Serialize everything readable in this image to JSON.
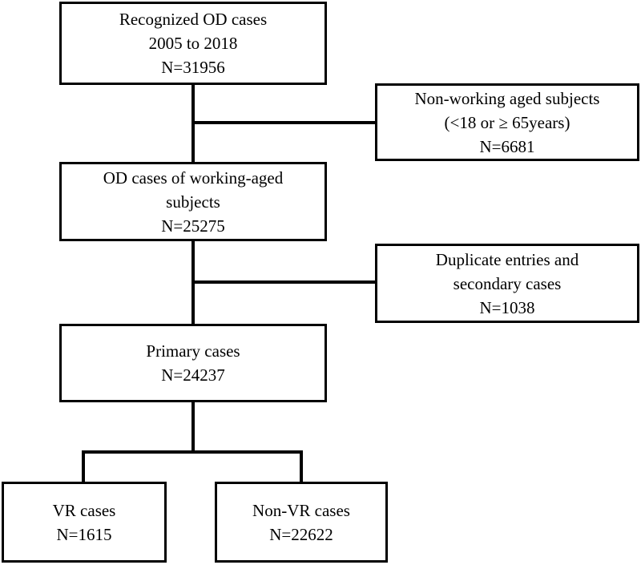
{
  "boxes": {
    "recognized": {
      "line1": "Recognized OD cases",
      "line2": "2005 to 2018",
      "line3": "N=31956"
    },
    "non_working": {
      "line1": "Non-working aged subjects",
      "line2": "(<18 or ≥ 65years)",
      "line3": "N=6681"
    },
    "working_aged": {
      "line1": "OD cases of working-aged",
      "line2": "subjects",
      "line3": "N=25275"
    },
    "duplicates": {
      "line1": "Duplicate entries and",
      "line2": "secondary cases",
      "line3": "N=1038"
    },
    "primary": {
      "line1": "Primary cases",
      "line2": "N=24237"
    },
    "vr": {
      "line1": "VR cases",
      "line2": "N=1615"
    },
    "non_vr": {
      "line1": "Non-VR cases",
      "line2": "N=22622"
    }
  }
}
